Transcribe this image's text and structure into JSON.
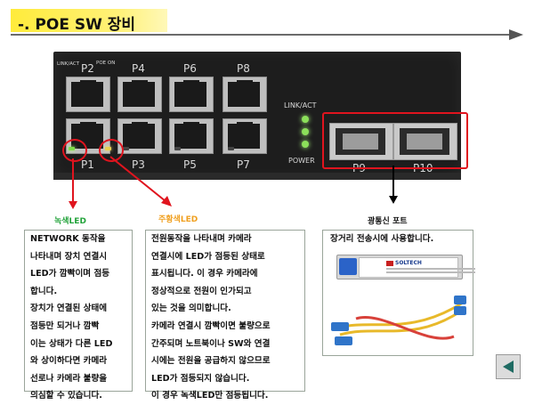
{
  "title": "-. POE SW 장비",
  "panel": {
    "tiny_link": "LINK/ACT",
    "tiny_poe": "POE ON",
    "ports_top": [
      "P2",
      "P4",
      "P6",
      "P8"
    ],
    "ports_bottom": [
      "P1",
      "P3",
      "P5",
      "P7"
    ],
    "status_labels": {
      "link": "LINK/ACT",
      "power": "POWER"
    },
    "sfp_ports": [
      "P9",
      "P10"
    ]
  },
  "captions": {
    "green_led": "녹색LED",
    "amber_led": "주황색LED",
    "optical_port": "광통신 포트"
  },
  "colors": {
    "green_caption": "#22a33a",
    "amber_caption": "#f0a020",
    "highlight": "#e0141e"
  },
  "boxes": {
    "green": [
      "NETWORK 동작을",
      "나타내며 장치 연결시",
      "LED가 깜빡이며 점등",
      "합니다.",
      "장치가 연결된 상태에",
      "점등만 되거나 깜빡",
      "이는 상태가 다른 LED",
      "와 상이하다면 카메라",
      "선로나 카메라 불량을",
      "의심할 수 있습니다."
    ],
    "amber": [
      "전원동작을 나타내며 카메라",
      "연결시에 LED가 점등된 상태로",
      "표시됩니다. 이 경우 카메라에",
      "정상적으로 전원이 인가되고",
      "있는 것을 의미합니다.",
      "카메라 연결시 깜빡이면 불량으로",
      "간주되며 노트북이나 SW와 연결",
      "시에는 전원을 공급하지 않으므로",
      "LED가 점등되지 않습니다.",
      "이 경우 녹색LED만 점등됩니다."
    ],
    "optical": "장거리 전송시에 사용합니다.",
    "sfp_brand": "SOLTECH"
  }
}
